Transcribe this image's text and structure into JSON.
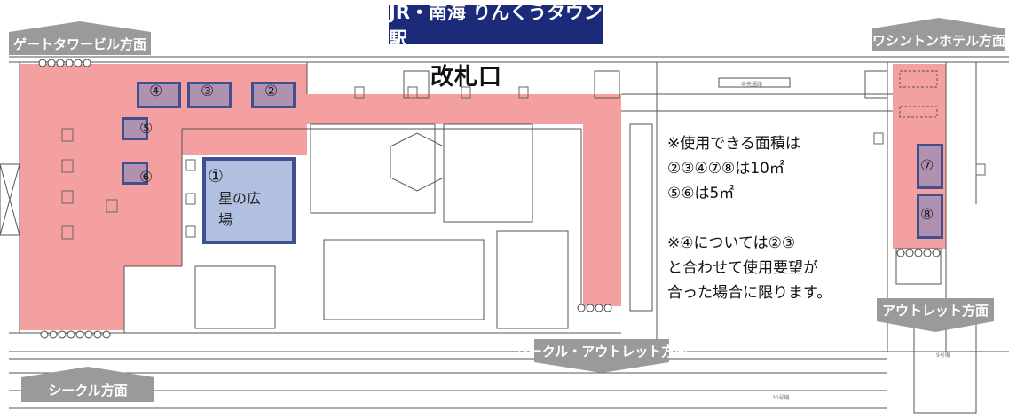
{
  "station": "JR・南海 りんくうタウン駅",
  "gate": "改札口",
  "directions": {
    "gate_tower": "ゲートタワービル方面",
    "washington_hotel": "ワシントンホテル方面",
    "outlet": "アウトレット方面",
    "seacle_outlet": "シークル・アウトレット方面",
    "seacle": "シークル方面"
  },
  "zones": [
    {
      "id": "1",
      "label": "①",
      "name": "星の広場"
    },
    {
      "id": "2",
      "label": "②"
    },
    {
      "id": "3",
      "label": "③"
    },
    {
      "id": "4",
      "label": "④"
    },
    {
      "id": "5",
      "label": "⑤"
    },
    {
      "id": "6",
      "label": "⑥"
    },
    {
      "id": "7",
      "label": "⑦"
    },
    {
      "id": "8",
      "label": "⑧"
    }
  ],
  "notes": [
    "※使用できる面積は",
    "②③④⑦⑧は10㎡",
    "⑤⑥は5㎡",
    "",
    "※④については②③",
    "と合わせて使用要望が",
    "合った場合に限ります。"
  ],
  "plan_labels": {
    "corridor_center": "中央通路",
    "track_30": "30号機",
    "track_9": "9号機"
  },
  "colors": {
    "highlight": "#f4a0a0",
    "zone_border": "#3f4f8f",
    "station_bg": "#1c2a7a",
    "arrow": "#9a9a9a"
  }
}
